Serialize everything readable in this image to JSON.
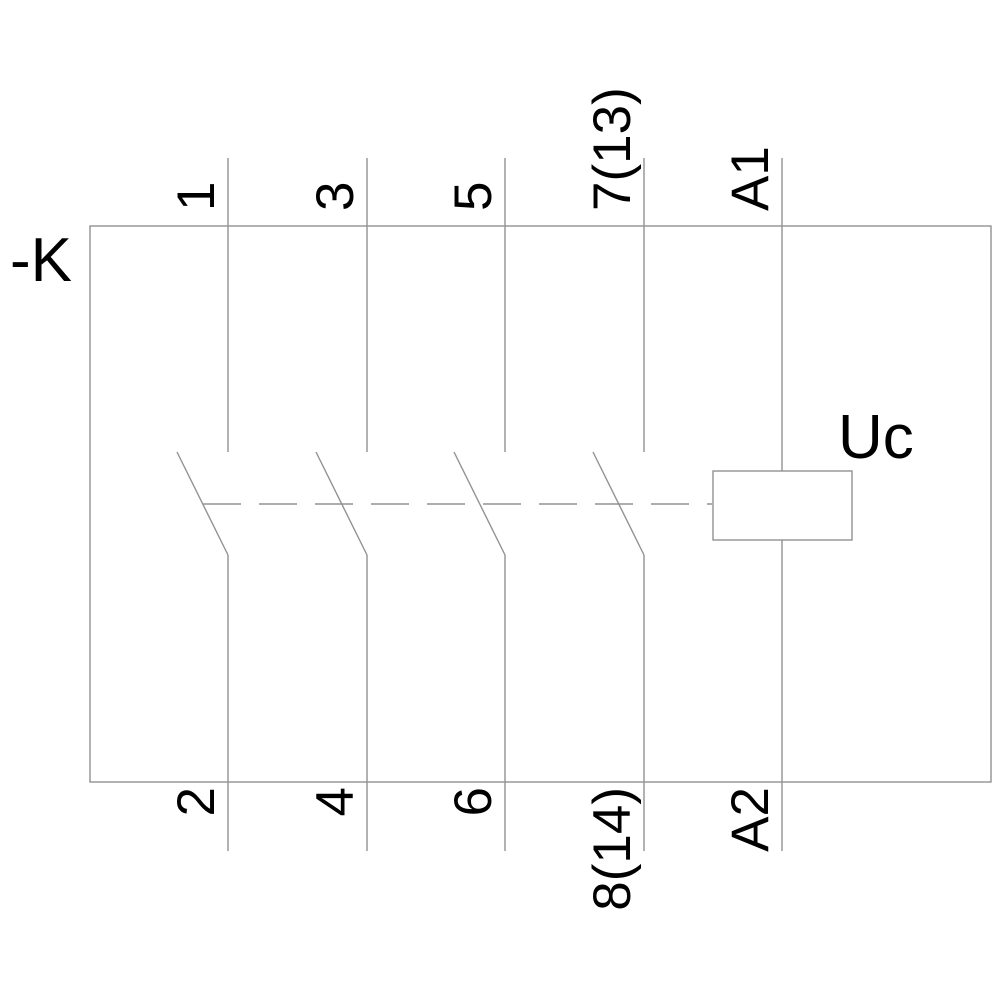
{
  "device": {
    "designation": "-K"
  },
  "coil": {
    "voltage_label": "Uc"
  },
  "terminals": {
    "top": [
      {
        "label": "1"
      },
      {
        "label": "3"
      },
      {
        "label": "5"
      },
      {
        "label": "7(13)"
      },
      {
        "label": "A1"
      }
    ],
    "bottom": [
      {
        "label": "2"
      },
      {
        "label": "4"
      },
      {
        "label": "6"
      },
      {
        "label": "8(14)"
      },
      {
        "label": "A2"
      }
    ]
  },
  "colors": {
    "line": "#929292",
    "text": "#000000",
    "background": "#ffffff"
  }
}
